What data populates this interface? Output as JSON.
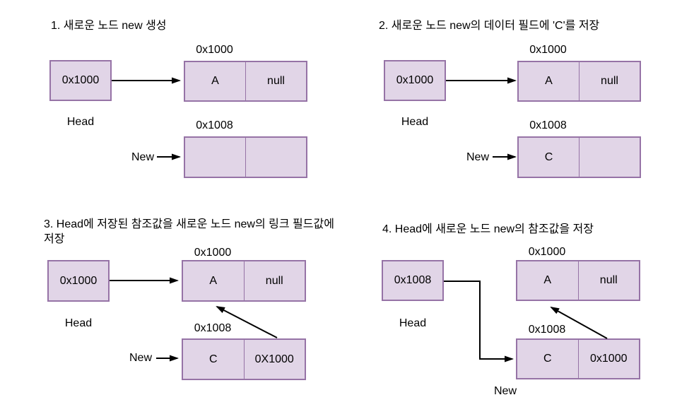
{
  "colors": {
    "background": "#FFFFFF",
    "node_fill": "#E1D5E7",
    "node_border": "#9673A6",
    "arrow": "#000000",
    "text": "#000000"
  },
  "panels": [
    {
      "title": "1. 새로운 노드 new 생성",
      "head_value": "0x1000",
      "head_label": "Head",
      "new_label": "New",
      "node_a": {
        "address": "0x1000",
        "data": "A",
        "link": "null"
      },
      "node_new": {
        "address": "0x1008",
        "data": "",
        "link": ""
      }
    },
    {
      "title": "2. 새로운 노드 new의 데이터 필드에 'C'를 저장",
      "head_value": "0x1000",
      "head_label": "Head",
      "new_label": "New",
      "node_a": {
        "address": "0x1000",
        "data": "A",
        "link": "null"
      },
      "node_new": {
        "address": "0x1008",
        "data": "C",
        "link": ""
      }
    },
    {
      "title": "3. Head에 저장된 참조값을 새로운 노드 new의 링크 필드값에 저장",
      "head_value": "0x1000",
      "head_label": "Head",
      "new_label": "New",
      "node_a": {
        "address": "0x1000",
        "data": "A",
        "link": "null"
      },
      "node_new": {
        "address": "0x1008",
        "data": "C",
        "link": "0X1000"
      }
    },
    {
      "title": "4. Head에 새로운 노드 new의 참조값을 저장",
      "head_value": "0x1008",
      "head_label": "Head",
      "new_label": "New",
      "node_a": {
        "address": "0x1000",
        "data": "A",
        "link": "null"
      },
      "node_new": {
        "address": "0x1008",
        "data": "C",
        "link": "0x1000"
      }
    }
  ]
}
